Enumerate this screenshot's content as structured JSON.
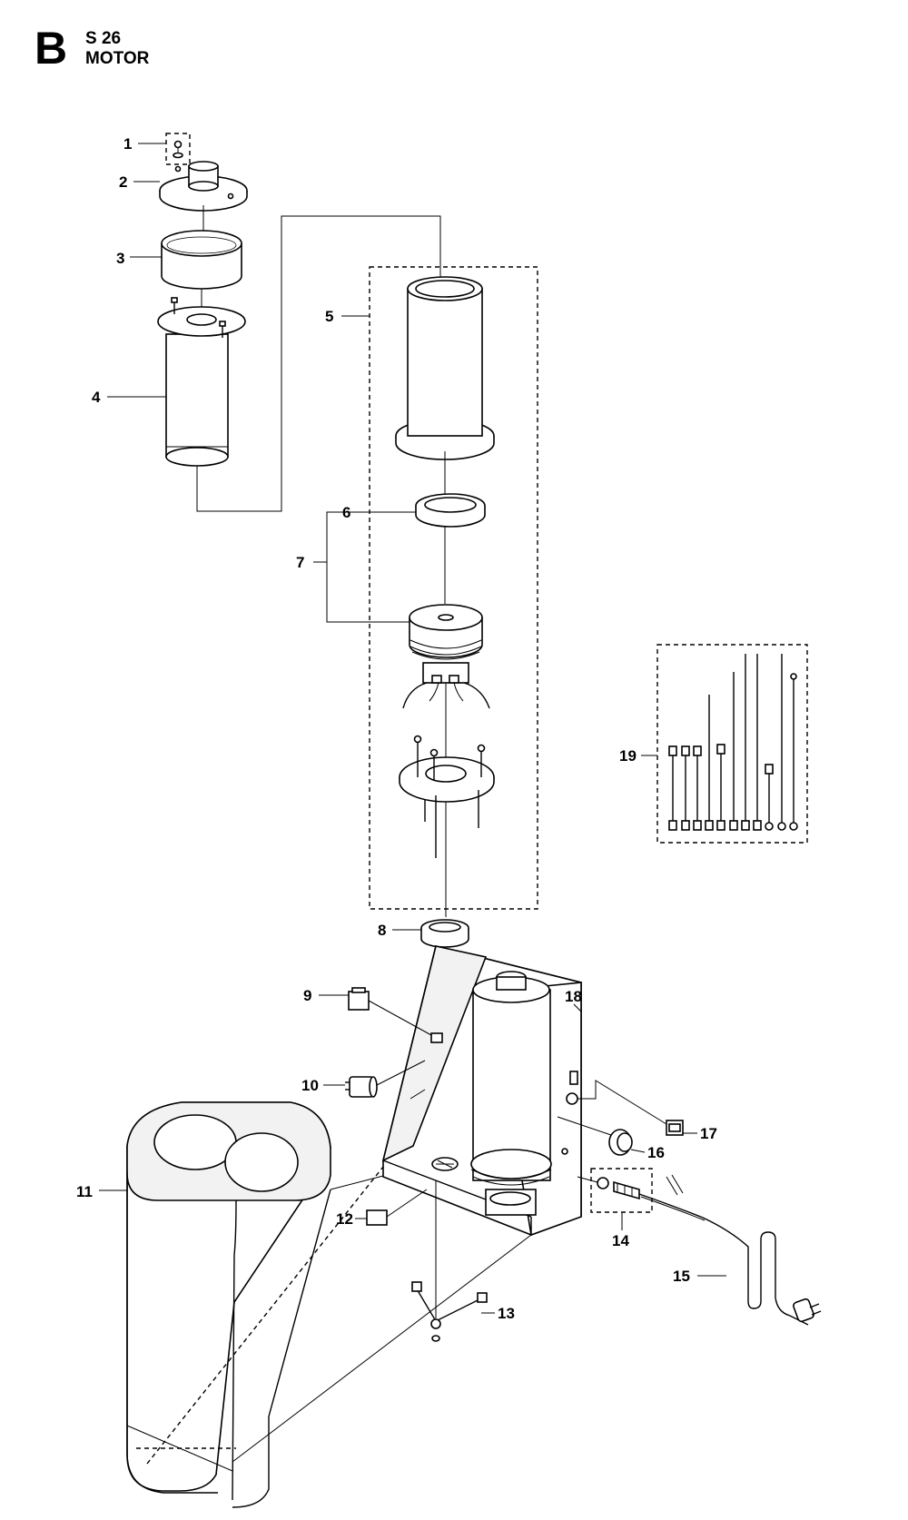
{
  "header": {
    "section": "B",
    "model": "S 26",
    "title": "MOTOR"
  },
  "callouts": [
    {
      "id": "1"
    },
    {
      "id": "2"
    },
    {
      "id": "3"
    },
    {
      "id": "4"
    },
    {
      "id": "5"
    },
    {
      "id": "6"
    },
    {
      "id": "7"
    },
    {
      "id": "8"
    },
    {
      "id": "9"
    },
    {
      "id": "10"
    },
    {
      "id": "11"
    },
    {
      "id": "12"
    },
    {
      "id": "13"
    },
    {
      "id": "14"
    },
    {
      "id": "15"
    },
    {
      "id": "16"
    },
    {
      "id": "17"
    },
    {
      "id": "18"
    },
    {
      "id": "19"
    }
  ]
}
